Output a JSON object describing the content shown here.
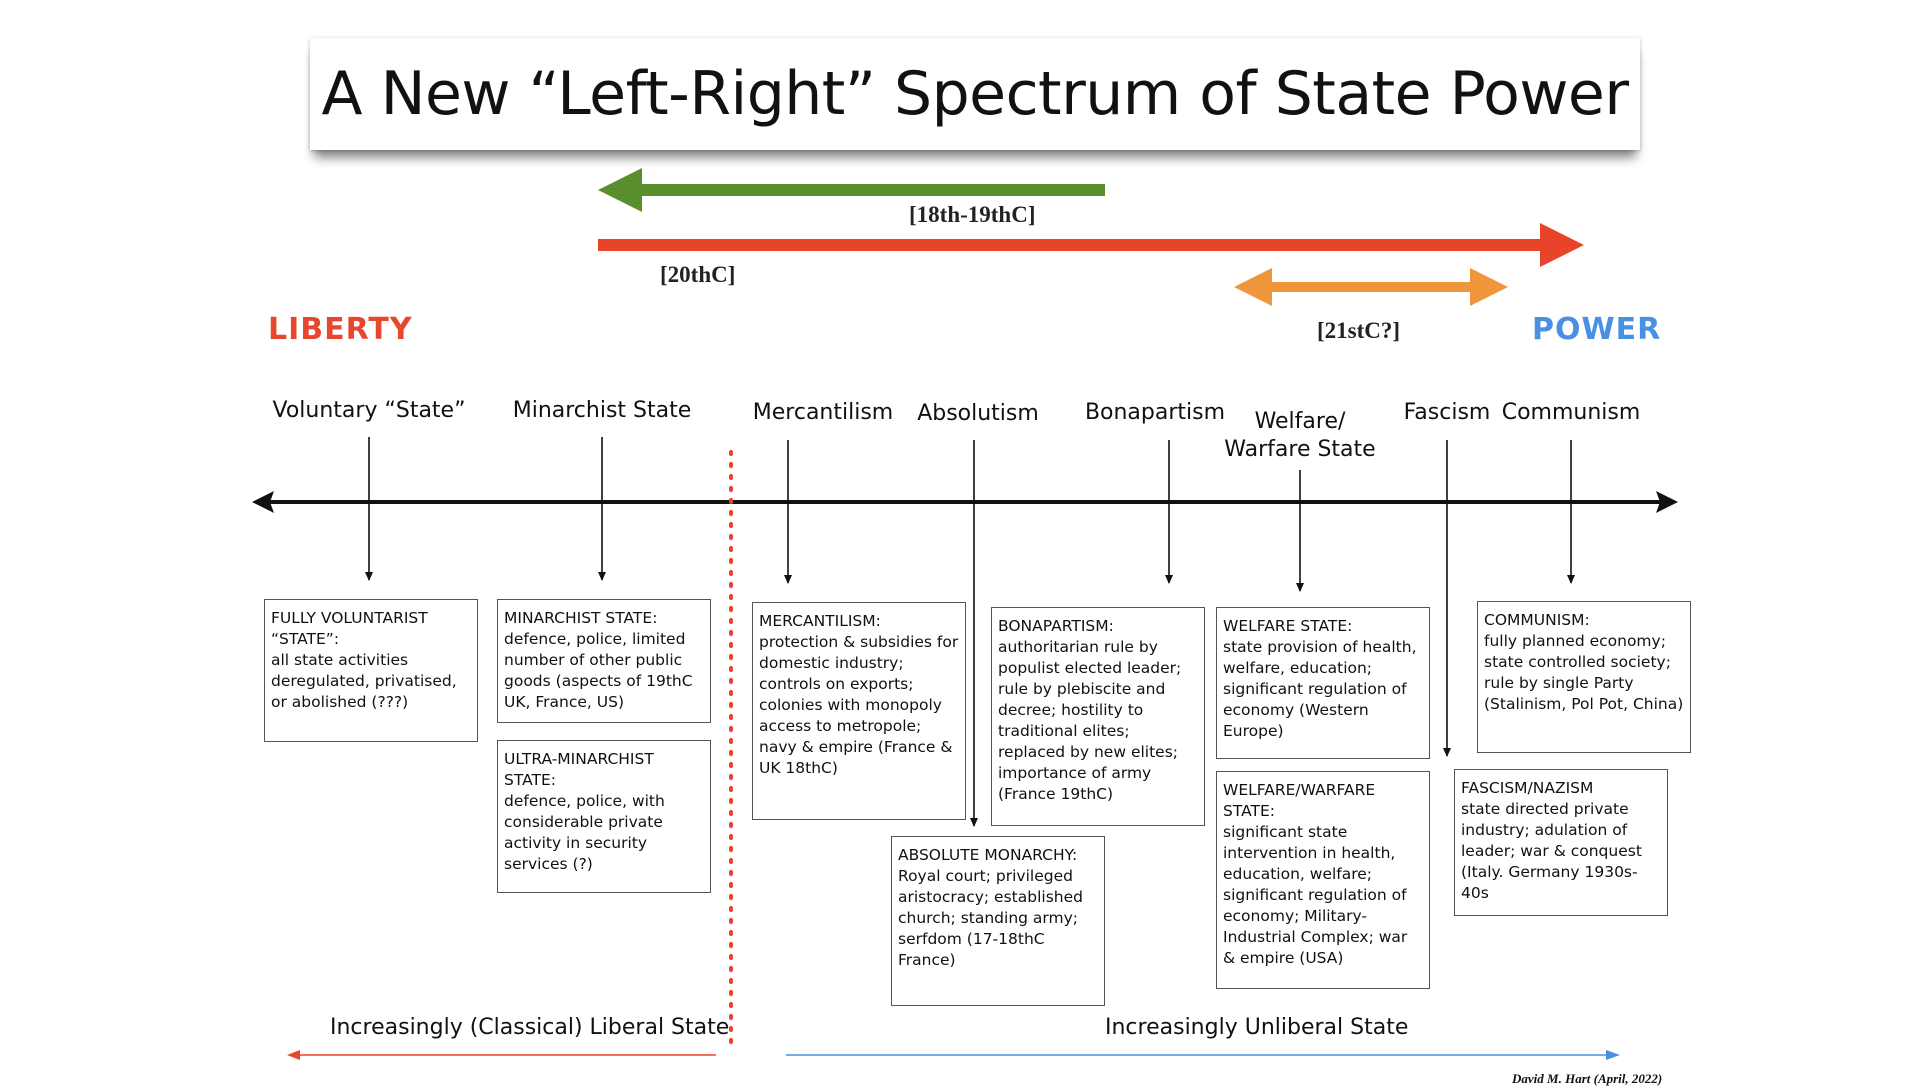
{
  "title": "A New “Left-Right” Spectrum of State Power",
  "eras": {
    "e18_19": "[18th-19thC]",
    "e20": "[20thC]",
    "e21": "[21stC?]"
  },
  "poles": {
    "liberty": "LIBERTY",
    "power": "POWER"
  },
  "systems": [
    {
      "label": "Voluntary “State”"
    },
    {
      "label": "Minarchist State"
    },
    {
      "label": "Mercantilism"
    },
    {
      "label": "Absolutism"
    },
    {
      "label": "Bonapartism"
    },
    {
      "label": "Welfare/ Warfare State"
    },
    {
      "label": "Fascism"
    },
    {
      "label": "Communism"
    }
  ],
  "boxes": {
    "voluntary": {
      "head": "FULLY VOLUNTARIST “STATE”:",
      "body": "all state activities deregulated, privatised, or abolished (???)"
    },
    "minarchist": {
      "head": "MINARCHIST STATE:",
      "body": "defence, police, limited number of other public goods (aspects of 19thC UK, France, US)"
    },
    "ultra": {
      "head": "ULTRA-MINARCHIST STATE:",
      "body": "defence, police, with considerable private activity in security services (?)"
    },
    "mercantilism": {
      "head": "MERCANTILISM:",
      "body": "protection & subsidies for domestic industry; controls on exports; colonies with monopoly access to metropole; navy & empire (France & UK 18thC)"
    },
    "absolute": {
      "head": "ABSOLUTE MONARCHY:",
      "body": "Royal court; privileged aristocracy; established church; standing army; serfdom (17-18thC France)"
    },
    "bonapartism": {
      "head": "BONAPARTISM:",
      "body": "authoritarian rule by populist elected leader; rule by plebiscite and decree; hostility to traditional elites; replaced by new elites; importance of army (France 19thC)"
    },
    "welfare": {
      "head": "WELFARE STATE:",
      "body": "state provision of health, welfare, education; significant regulation of economy (Western Europe)"
    },
    "warfare": {
      "head": "WELFARE/WARFARE STATE:",
      "body": "significant state intervention in health, education, welfare; significant regulation of economy; Military-Industrial Complex; war & empire (USA)"
    },
    "communism": {
      "head": "COMMUNISM:",
      "body": "fully planned economy; state controlled society; rule by single Party (Stalinism, Pol Pot, China)"
    },
    "fascism": {
      "head": "FASCISM/NAZISM",
      "body": "state directed private industry; adulation of leader; war & conquest (Italy. Germany 1930s-40s"
    }
  },
  "footer": {
    "left": "Increasingly (Classical) Liberal State",
    "right": "Increasingly Unliberal State",
    "credit": "David M. Hart (April, 2022)"
  },
  "colors": {
    "liberty": "#e8472f",
    "power": "#4a90e2",
    "green_arrow": "#5a8f2e",
    "red_arrow": "#e8442a",
    "orange_arrow": "#f0963a"
  }
}
